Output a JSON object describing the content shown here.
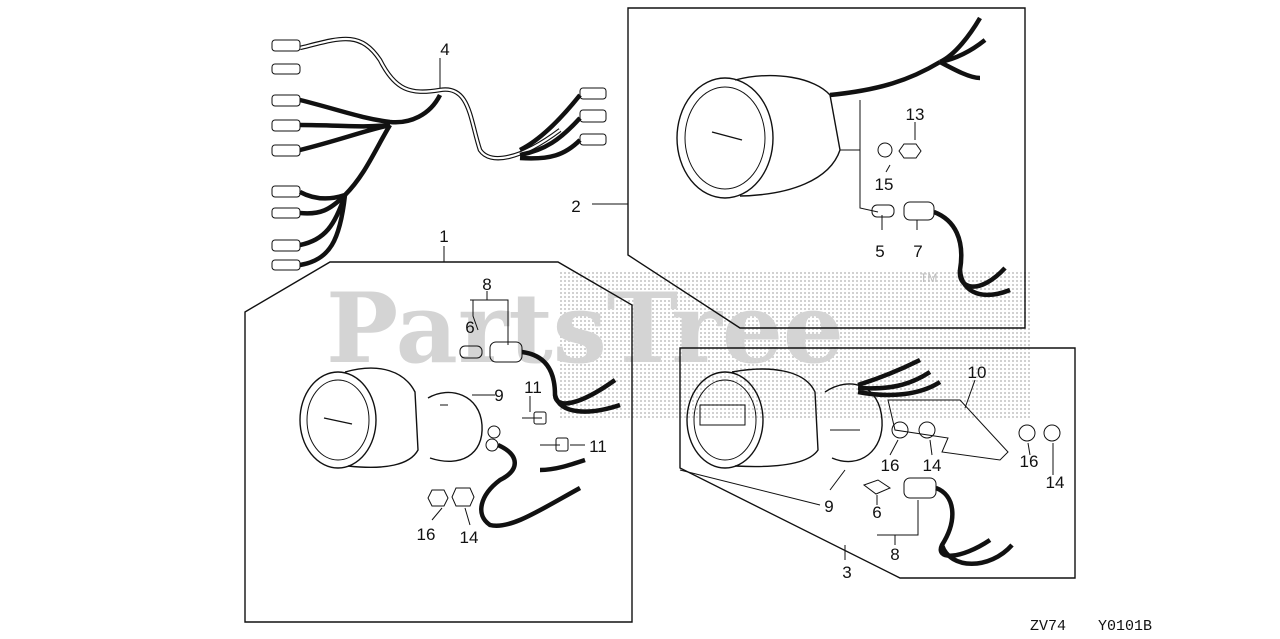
{
  "watermark": {
    "text": "PartsTree",
    "tm": "TM"
  },
  "footer": {
    "left_code": "ZV74",
    "right_code": "Y0101B"
  },
  "callouts": {
    "c1": "1",
    "c2": "2",
    "c3": "3",
    "c4": "4",
    "c5": "5",
    "c6a": "6",
    "c6b": "6",
    "c7": "7",
    "c8a": "8",
    "c8b": "8",
    "c9a": "9",
    "c9b": "9",
    "c10": "10",
    "c11a": "11",
    "c11b": "11",
    "c13": "13",
    "c14a": "14",
    "c14b": "14",
    "c14c": "14",
    "c15": "15",
    "c16a": "16",
    "c16b": "16",
    "c16c": "16"
  }
}
